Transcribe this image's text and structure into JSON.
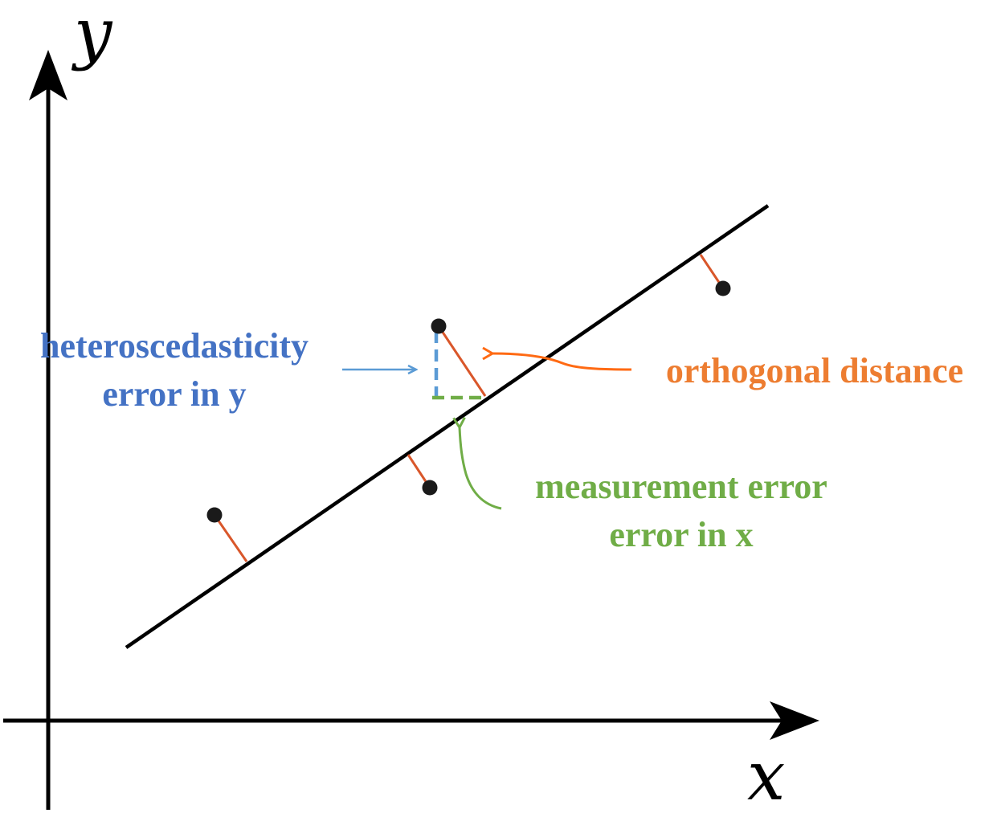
{
  "axes": {
    "x_label": "x",
    "y_label": "y"
  },
  "annotations": {
    "heteroscedasticity": {
      "line1": "heteroscedasticity",
      "line2": "error in y",
      "color": "#4472c4"
    },
    "orthogonal": {
      "line1": "orthogonal distance",
      "color": "#ed7d31"
    },
    "measurement": {
      "line1": "measurement error",
      "line2": "error in x",
      "color": "#70ad47"
    }
  },
  "colors": {
    "axis": "#000000",
    "fit_line": "#000000",
    "residual": "#d9572b",
    "point": "#1a1a1a",
    "y_error": "#5b9bd5",
    "x_error": "#70ad47",
    "orthogonal_arrow": "#ff6a13",
    "heteroscedasticity_arrow": "#5b9bd5",
    "measurement_arrow": "#70ad47"
  }
}
